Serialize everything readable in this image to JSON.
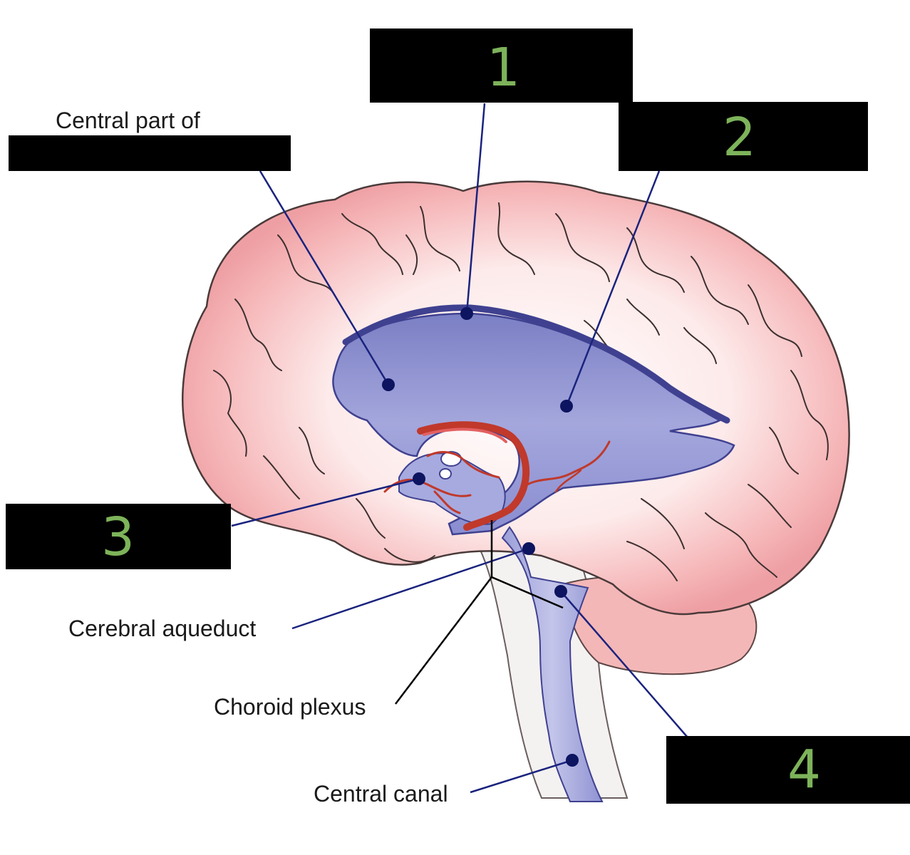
{
  "labels": {
    "central_part_of": "Central part of",
    "cerebral_aqueduct": "Cerebral aqueduct",
    "choroid_plexus": "Choroid plexus",
    "central_canal": "Central canal"
  },
  "boxes": {
    "box1": "1",
    "box2": "2",
    "box3": "3",
    "box4": "4"
  },
  "colors": {
    "box": "#000000",
    "box_number": "#7db35a",
    "brain_pink": "#f3aeb0",
    "ventricle_blue": "#8e91cf",
    "leader_line": "#1a237e",
    "choroid_red": "#c0392b"
  }
}
